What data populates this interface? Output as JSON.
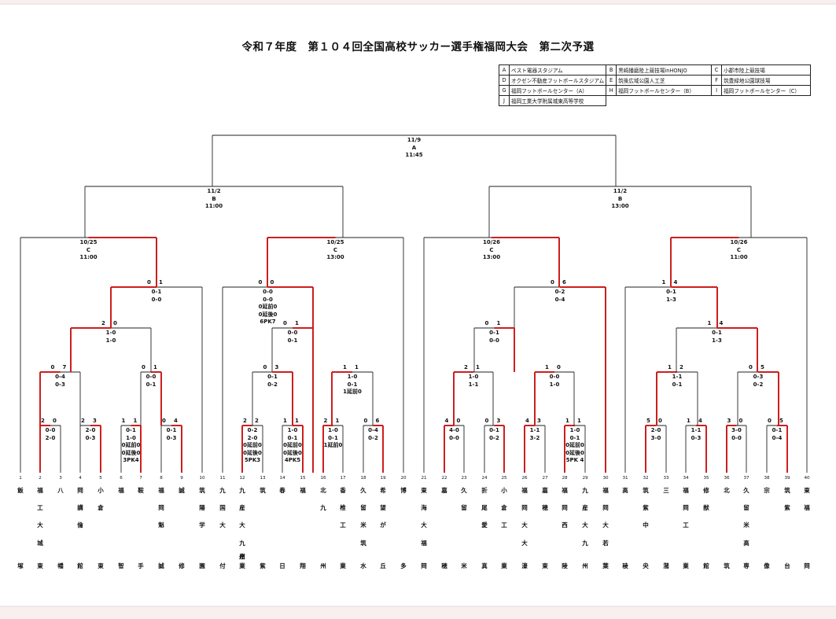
{
  "title": "令和７年度　第１０４回全国高校サッカー選手権福岡大会　第二次予選",
  "venues": [
    [
      {
        "code": "A",
        "name": "ベスト電器スタジアム"
      },
      {
        "code": "B",
        "name": "黒崎播磨陸上競技場inHONJO"
      },
      {
        "code": "C",
        "name": "小郡市陸上競技場"
      }
    ],
    [
      {
        "code": "D",
        "name": "オクゼン不動産フットボールスタジアム"
      },
      {
        "code": "E",
        "name": "筑後広域公園人工芝"
      },
      {
        "code": "F",
        "name": "筑豊緑地公園球技場"
      }
    ],
    [
      {
        "code": "G",
        "name": "福岡フットボールセンター（A）"
      },
      {
        "code": "H",
        "name": "福岡フットボールセンター（B）"
      },
      {
        "code": "I",
        "name": "福岡フットボールセンター（C）"
      }
    ],
    [
      {
        "code": "J",
        "name": "福岡工業大学附属城東高等学校"
      }
    ]
  ],
  "teams": [
    {
      "no": "1",
      "name": "飯塚"
    },
    {
      "no": "2",
      "name": "福工大城東"
    },
    {
      "no": "3",
      "name": "八幡"
    },
    {
      "no": "4",
      "name": "岡講倫館"
    },
    {
      "no": "5",
      "name": "小倉東"
    },
    {
      "no": "6",
      "name": "福智"
    },
    {
      "no": "7",
      "name": "鞍手"
    },
    {
      "no": "8",
      "name": "福岡魁誠"
    },
    {
      "no": "9",
      "name": "誠修"
    },
    {
      "no": "10",
      "name": "筑陽学園"
    },
    {
      "no": "11",
      "name": "九国大付"
    },
    {
      "no": "12",
      "name": "九産大九州産業"
    },
    {
      "no": "13",
      "name": "筑紫"
    },
    {
      "no": "14",
      "name": "春日"
    },
    {
      "no": "15",
      "name": "福翔"
    },
    {
      "no": "16",
      "name": "北九州"
    },
    {
      "no": "17",
      "name": "香椎工業"
    },
    {
      "no": "18",
      "name": "久留米筑水"
    },
    {
      "no": "19",
      "name": "希望が丘"
    },
    {
      "no": "20",
      "name": "博多"
    },
    {
      "no": "21",
      "name": "東海大福岡"
    },
    {
      "no": "22",
      "name": "嘉穂"
    },
    {
      "no": "23",
      "name": "久留米"
    },
    {
      "no": "24",
      "name": "折尾愛真"
    },
    {
      "no": "25",
      "name": "小倉工業"
    },
    {
      "no": "26",
      "name": "福岡大大濠"
    },
    {
      "no": "27",
      "name": "嘉穂東"
    },
    {
      "no": "28",
      "name": "福岡西陵"
    },
    {
      "no": "29",
      "name": "九産大九州"
    },
    {
      "no": "30",
      "name": "福岡大若葉"
    },
    {
      "no": "31",
      "name": "高稜"
    },
    {
      "no": "32",
      "name": "筑紫中央"
    },
    {
      "no": "33",
      "name": "三潴"
    },
    {
      "no": "34",
      "name": "福岡工業"
    },
    {
      "no": "35",
      "name": "修猷館"
    },
    {
      "no": "36",
      "name": "北筑"
    },
    {
      "no": "37",
      "name": "久留米高専"
    },
    {
      "no": "38",
      "name": "宗像"
    },
    {
      "no": "39",
      "name": "筑紫台"
    },
    {
      "no": "40",
      "name": "東福岡"
    }
  ],
  "matches": [
    {
      "lines": "0-0\n2-0",
      "l": "2",
      "r": "0"
    },
    {
      "lines": "2-0\n0-3",
      "l": "2",
      "r": "3"
    },
    {
      "lines": "0-1\n1-0\n0延前0\n0延後0\n3PK4",
      "l": "1",
      "r": "1"
    },
    {
      "lines": "0-1\n0-3",
      "l": "0",
      "r": "4"
    },
    {
      "lines": "0-2\n2-0\n0延前0\n0延後0\n5PK3",
      "l": "2",
      "r": "2"
    },
    {
      "lines": "1-0\n0-1\n0延前0\n0延後0\n4PK5",
      "l": "1",
      "r": "1"
    },
    {
      "lines": "1-0\n0-1\n1延前0",
      "l": "2",
      "r": "1"
    },
    {
      "lines": "0-4\n0-2",
      "l": "0",
      "r": "6"
    },
    {
      "lines": "4-0\n0-0",
      "l": "4",
      "r": "0"
    },
    {
      "lines": "0-1\n0-2",
      "l": "0",
      "r": "3"
    },
    {
      "lines": "1-1\n3-2",
      "l": "4",
      "r": "3"
    },
    {
      "lines": "1-0\n0-1\n0延前0\n0延後0\n5PK 4",
      "l": "1",
      "r": "1"
    },
    {
      "lines": "2-0\n3-0",
      "l": "5",
      "r": "0"
    },
    {
      "lines": "1-1\n0-3",
      "l": "1",
      "r": "4"
    },
    {
      "lines": "3-0\n0-0",
      "l": "3",
      "r": "0"
    },
    {
      "lines": "0-1\n0-4",
      "l": "0",
      "r": "5"
    },
    {
      "lines": "0-4\n0-3",
      "l": "0",
      "r": "7"
    },
    {
      "lines": "0-0\n0-1",
      "l": "0",
      "r": "1"
    },
    {
      "lines": "0-1\n0-2",
      "l": "0",
      "r": "3"
    },
    {
      "lines": "1-0\n0-1\n1延前0",
      "l": "1",
      "r": "1"
    },
    {
      "lines": "1-0\n1-1",
      "l": "2",
      "r": "1"
    },
    {
      "lines": "0-0\n1-0",
      "l": "1",
      "r": "0"
    },
    {
      "lines": "1-1\n0-1",
      "l": "1",
      "r": "2"
    },
    {
      "lines": "0-3\n0-2",
      "l": "0",
      "r": "5"
    },
    {
      "lines": "1-0\n1-0",
      "l": "2",
      "r": "0"
    },
    {
      "lines": "0-0\n0-1",
      "l": "0",
      "r": "1"
    },
    {
      "lines": "0-1\n0-0",
      "l": "0",
      "r": "1"
    },
    {
      "lines": "0-1\n1-3",
      "l": "1",
      "r": "4"
    },
    {
      "lines": "0-1\n0-0",
      "l": "0",
      "r": "1"
    },
    {
      "lines": "0-0\n0-0\n0延前0\n0延後0\n6PK7",
      "l": "0",
      "r": "0"
    },
    {
      "lines": "0-2\n0-4",
      "l": "0",
      "r": "6"
    },
    {
      "lines": "0-1\n1-3",
      "l": "1",
      "r": "4"
    },
    {
      "lines": "10/25\nC\n11:00",
      "l": "",
      "r": ""
    },
    {
      "lines": "10/25\nC\n13:00",
      "l": "",
      "r": ""
    },
    {
      "lines": "10/26\nC\n13:00",
      "l": "",
      "r": ""
    },
    {
      "lines": "10/26\nC\n11:00",
      "l": "",
      "r": ""
    },
    {
      "lines": "11/2\nB\n11:00",
      "l": "",
      "r": ""
    },
    {
      "lines": "11/2\nB\n13:00",
      "l": "",
      "r": ""
    },
    {
      "lines": "11/9\nA\n11:45",
      "l": "",
      "r": ""
    }
  ]
}
